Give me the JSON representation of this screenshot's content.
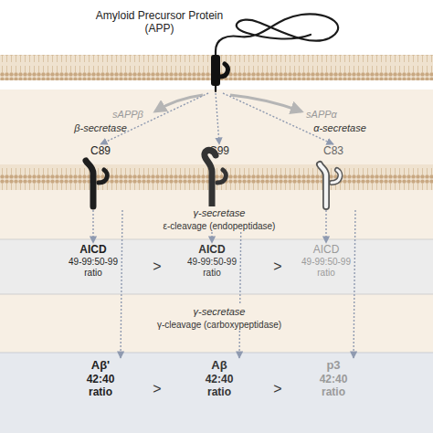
{
  "diagram": {
    "nodes": [
      {
        "text": [
          "Amyloid Precursor Protein (APP)"
        ]
      },
      {
        "text": [
          "C89"
        ]
      },
      {
        "text": [
          "C99"
        ]
      },
      {
        "text": [
          "C83"
        ]
      },
      {
        "text": [
          "AICD",
          "49-99:50-99 ratio"
        ]
      },
      {
        "text": [
          "AICD",
          "49-99:50-99 ratio"
        ]
      },
      {
        "text": [
          "AICD",
          "49-99:50-99 ratio"
        ]
      },
      {
        "text": [
          "Aβ'",
          "42:40 ratio"
        ]
      },
      {
        "text": [
          "Aβ",
          "42:40 ratio"
        ]
      },
      {
        "text": [
          "p3",
          "42:40 ratio"
        ]
      }
    ],
    "edges": [
      {
        "from": 0,
        "to": 1,
        "label": "β-secretase",
        "arrow": "to"
      },
      {
        "from": 0,
        "to": 2,
        "arrow": "to"
      },
      {
        "from": 0,
        "to": 3,
        "label": "α-secretase",
        "arrow": "to"
      },
      {
        "from": 1,
        "to": 4,
        "arrow": "to"
      },
      {
        "from": 2,
        "to": 5,
        "arrow": "to"
      },
      {
        "from": 3,
        "to": 6,
        "arrow": "to"
      },
      {
        "from": 1,
        "to": 7,
        "arrow": "to"
      },
      {
        "from": 2,
        "to": 8,
        "arrow": "to"
      },
      {
        "from": 3,
        "to": 9,
        "arrow": "to"
      }
    ],
    "labels": [
      "sAPPβ",
      "sAPPα",
      "γ-secretase",
      "ε-cleavage (endopeptidase)",
      ">",
      ">",
      "γ-secretase",
      "γ-cleavage (carboxypeptidase)",
      ">",
      ">"
    ]
  }
}
